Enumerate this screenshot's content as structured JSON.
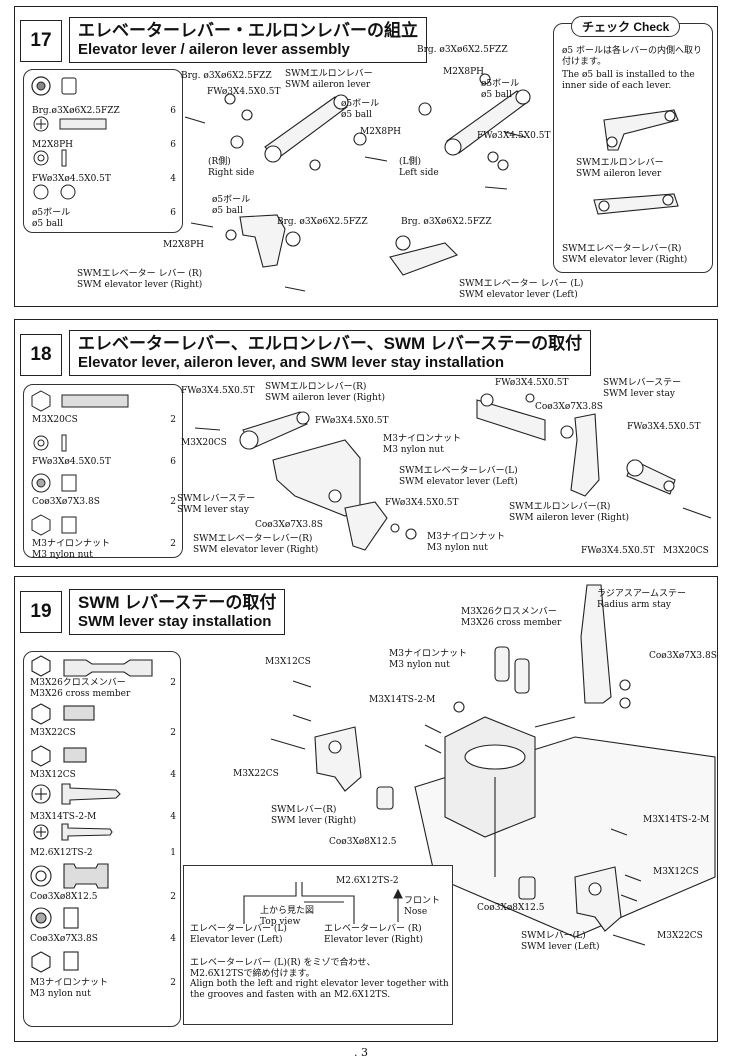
{
  "sections": [
    {
      "number": "17",
      "title_jp": "エレベーターレバー・エルロンレバーの組立",
      "title_en": "Elevator lever / aileron lever assembly",
      "parts": [
        {
          "name": "Brg.ø3Xø6X2.5FZZ",
          "qty": "6"
        },
        {
          "name": "M2X8PH",
          "qty": "6"
        },
        {
          "name": "FWø3Xø4.5X0.5T",
          "qty": "4"
        },
        {
          "name": "ø5ボール",
          "sub": "ø5 ball",
          "qty": "6"
        }
      ],
      "labels": {
        "brg_left": "Brg. ø3Xø6X2.5FZZ",
        "fw_left": "FWø3X4.5X0.5T",
        "swm_aileron_jp": "SWMエルロンレバー",
        "swm_aileron_en": "SWM aileron lever",
        "ball_jp_left": "ø5ボール",
        "ball_en_left": "ø5 ball",
        "m2x8ph_left": "M2X8PH",
        "right_side_jp": "(R側)",
        "right_side_en": "Right side",
        "brg_right": "Brg. ø3Xø6X2.5FZZ",
        "m2x8ph_right": "M2X8PH",
        "ball_jp_right": "ø5ボール",
        "ball_en_right": "ø5 ball",
        "fw_right": "FWø3X4.5X0.5T",
        "left_side_jp": "(L側)",
        "left_side_en": "Left side",
        "ball_jp_lower": "ø5ボール",
        "ball_en_lower": "ø5 ball",
        "m2x8ph_lower": "M2X8PH",
        "brg_lower": "Brg. ø3Xø6X2.5FZZ",
        "elev_right_jp": "SWMエレベーター レバー (R)",
        "elev_right_en": "SWM elevator lever (Right)",
        "brg_lower_right": "Brg. ø3Xø6X2.5FZZ",
        "elev_left_jp": "SWMエレベーター レバー (L)",
        "elev_left_en": "SWM elevator lever (Left)"
      },
      "check": {
        "header": "チェック  Check",
        "text_jp": "ø5 ボールは各レバーの内側へ取り付けます。",
        "text_en": "The ø5 ball is installed to the inner side of each lever.",
        "aileron_jp": "SWMエルロンレバー",
        "aileron_en": "SWM aileron lever",
        "elevator_jp": "SWMエレベーターレバー(R)",
        "elevator_en": "SWM elevator lever (Right)"
      }
    },
    {
      "number": "18",
      "title_jp": "エレベーターレバー、エルロンレバー、SWM レバーステーの取付",
      "title_en": "Elevator lever, aileron lever, and SWM lever stay installation",
      "parts": [
        {
          "name": "M3X20CS",
          "qty": "2"
        },
        {
          "name": "FWø3Xø4.5X0.5T",
          "qty": "6"
        },
        {
          "name": "Coø3Xø7X3.8S",
          "qty": "2"
        },
        {
          "name": "M3ナイロンナット",
          "sub": "M3 nylon nut",
          "qty": "2"
        }
      ],
      "labels": {
        "fw_a": "FWø3X4.5X0.5T",
        "m3x20_a": "M3X20CS",
        "swm_aileron_r_jp": "SWMエルロンレバー(R)",
        "swm_aileron_r_en": "SWM aileron lever (Right)",
        "fw_b": "FWø3X4.5X0.5T",
        "stay_jp": "SWMレバーステー",
        "stay_en": "SWM lever stay",
        "co_a": "Coø3Xø7X3.8S",
        "elev_r_jp": "SWMエレベーターレバー(R)",
        "elev_r_en": "SWM elevator lever (Right)",
        "fw_c": "FWø3X4.5X0.5T",
        "nut_a_jp": "M3ナイロンナット",
        "nut_a_en": "M3 nylon nut",
        "fw_d": "FWø3X4.5X0.5T",
        "co_b": "Coø3Xø7X3.8S",
        "nut_b_jp": "M3ナイロンナット",
        "nut_b_en": "M3 nylon nut",
        "elev_l_jp": "SWMエレベーターレバー(L)",
        "elev_l_en": "SWM elevator lever (Left)",
        "stay2_jp": "SWMレバーステー",
        "stay2_en": "SWM lever stay",
        "fw_e": "FWø3X4.5X0.5T",
        "aileron_r2_jp": "SWMエルロンレバー(R)",
        "aileron_r2_en": "SWM aileron lever (Right)",
        "fw_f": "FWø3X4.5X0.5T",
        "m3x20_b": "M3X20CS"
      }
    },
    {
      "number": "19",
      "title_jp": "SWM レバーステーの取付",
      "title_en": "SWM lever stay installation",
      "parts": [
        {
          "name": "M3X26クロスメンバー",
          "sub": "M3X26 cross member",
          "qty": "2"
        },
        {
          "name": "M3X22CS",
          "qty": "2"
        },
        {
          "name": "M3X12CS",
          "qty": "4"
        },
        {
          "name": "M3X14TS-2-M",
          "qty": "4"
        },
        {
          "name": "M2.6X12TS-2",
          "qty": "1"
        },
        {
          "name": "Coø3Xø8X12.5",
          "qty": "2"
        },
        {
          "name": "Coø3Xø7X3.8S",
          "qty": "4"
        },
        {
          "name": "M3ナイロンナット",
          "sub": "M3 nylon nut",
          "qty": "2"
        }
      ],
      "labels": {
        "radius_jp": "ラジアスアームステー",
        "radius_en": "Radius arm stay",
        "cross_jp": "M3X26クロスメンバー",
        "cross_en": "M3X26 cross member",
        "m3x12_a": "M3X12CS",
        "nut_jp": "M3ナイロンナット",
        "nut_en": "M3 nylon nut",
        "co_a": "Coø3Xø7X3.8S",
        "m3x14_a": "M3X14TS-2-M",
        "m3x22_a": "M3X22CS",
        "swm_r_jp": "SWMレバー(R)",
        "swm_r_en": "SWM lever (Right)",
        "co_b": "Coø3Xø8X12.5",
        "m3x14_b": "M3X14TS-2-M",
        "m3x12_b": "M3X12CS",
        "co_c": "Coø3Xø8X12.5",
        "swm_l_jp": "SWMレバー(L)",
        "swm_l_en": "SWM lever (Left)",
        "m3x22_b": "M3X22CS"
      },
      "note": {
        "screw": "M2.6X12TS-2",
        "front_jp": "フロント",
        "front_en": "Nose",
        "top_view_jp": "上から見た図",
        "top_view_en": "Top view",
        "left_lever_jp": "エレベーターレバー (L)",
        "left_lever_en": "Elevator lever (Left)",
        "right_lever_jp": "エレベーターレバー (R)",
        "right_lever_en": "Elevator lever (Right)",
        "text_jp1": "エレベーターレバー (L)(R) をミゾで合わせ、",
        "text_jp2": "M2.6X12TSで締め付けます。",
        "text_en1": "Align both the left and right elevator lever together with",
        "text_en2": "the grooves and fasten with an M2.6X12TS."
      }
    }
  ],
  "page_number": ". 3"
}
